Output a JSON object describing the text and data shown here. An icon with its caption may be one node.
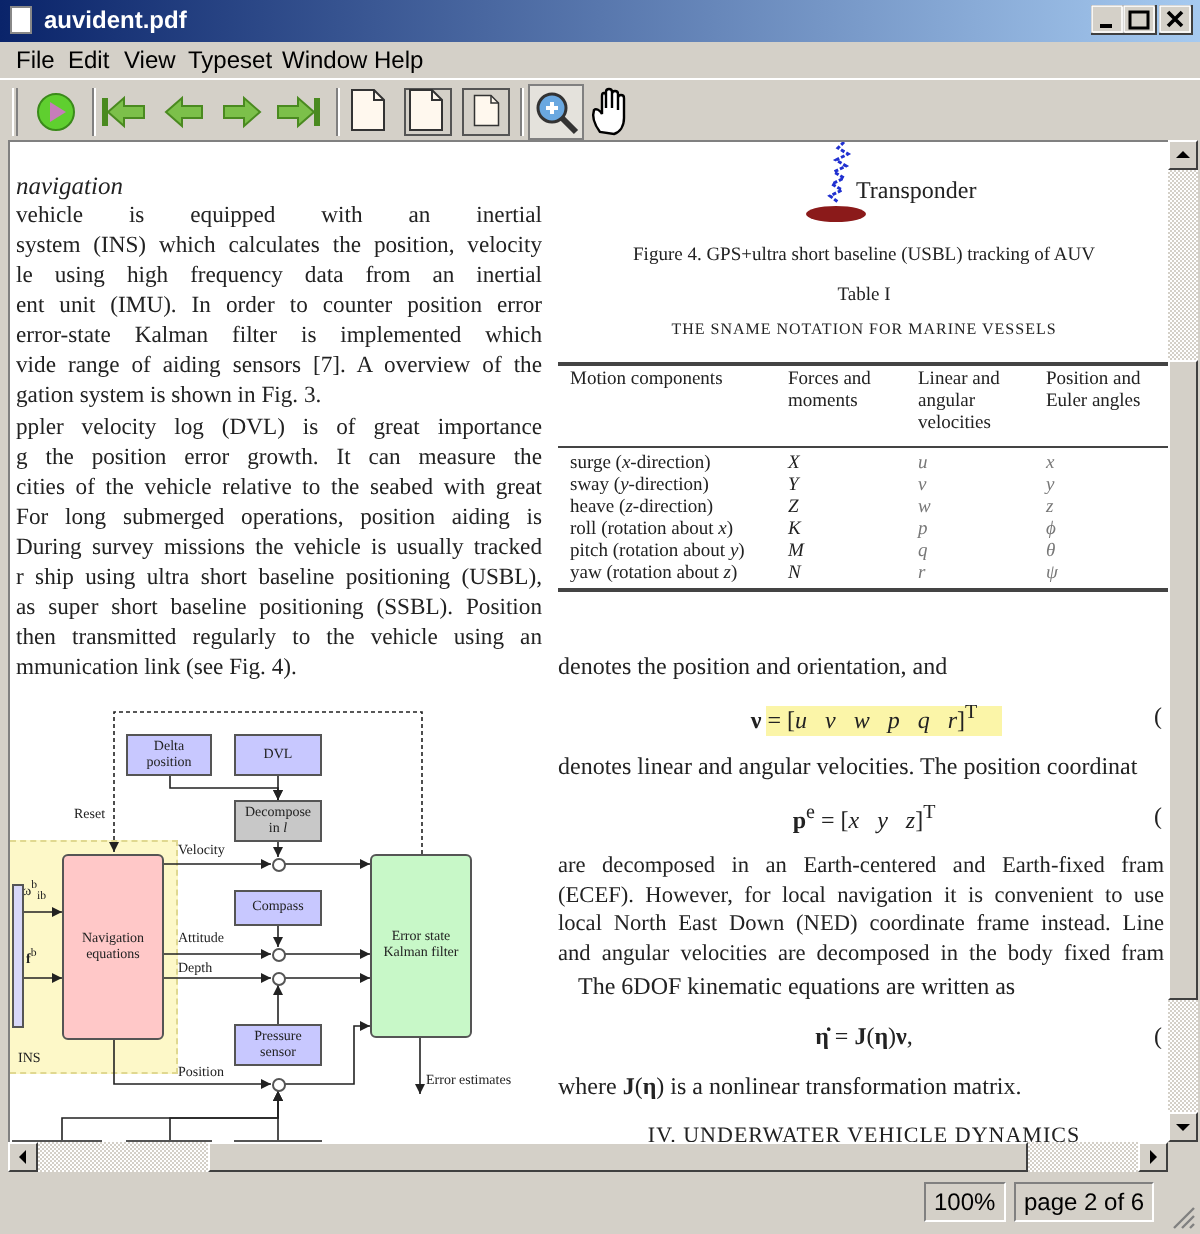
{
  "diagram": {
    "nodes": [
      {
        "text": [
          "INS"
        ]
      },
      {
        "text": [
          "Navigation equations"
        ],
        "in": 0
      },
      {
        "text": [
          "Delta position"
        ]
      },
      {
        "text": [
          "DVL"
        ]
      },
      {
        "text": [
          "Decompose in *l*"
        ]
      },
      {
        "text": [
          "Compass"
        ]
      },
      {
        "text": [
          "Pressure sensor"
        ]
      },
      {
        "text": [
          "Error state Kalman filter"
        ]
      },
      {
        "text": [],
        "shape": "circle"
      },
      {
        "text": [],
        "shape": "circle"
      },
      {
        "text": [],
        "shape": "circle"
      },
      {
        "text": [],
        "shape": "circle"
      },
      {
        "text": [],
        "shape": "box",
        "in": 0
      },
      {
        "text": [],
        "shape": "box"
      },
      {
        "text": [],
        "shape": "box"
      },
      {
        "text": [],
        "shape": "box"
      }
    ],
    "edges": [
      {
        "from": 12,
        "to": 1,
        "arrow": "to",
        "label": "ω$^{b}$$_{ib}$"
      },
      {
        "from": 12,
        "to": 1,
        "arrow": "to",
        "label": "**f**$^{b}$"
      },
      {
        "from": 2,
        "to": 4,
        "arrow": "to"
      },
      {
        "from": 3,
        "to": 4,
        "arrow": "to"
      },
      {
        "from": 1,
        "to": 8,
        "arrow": "to",
        "label": "Velocity"
      },
      {
        "from": 4,
        "to": 8,
        "arrow": "to"
      },
      {
        "from": 8,
        "to": 7,
        "arrow": "to"
      },
      {
        "from": 1,
        "to": 9,
        "arrow": "to",
        "label": "Attitude"
      },
      {
        "from": 5,
        "to": 9,
        "arrow": "to"
      },
      {
        "from": 9,
        "to": 7,
        "arrow": "to"
      },
      {
        "from": 1,
        "to": 10,
        "arrow": "to",
        "label": "Depth"
      },
      {
        "from": 6,
        "to": 10,
        "arrow": "to"
      },
      {
        "from": 10,
        "to": 7,
        "arrow": "to"
      },
      {
        "from": 1,
        "to": 11,
        "arrow": "to",
        "label": "Position"
      },
      {
        "from": 11,
        "to": 7,
        "arrow": "to"
      },
      {
        "from": 13,
        "to": 11,
        "arrow": "to"
      },
      {
        "from": 14,
        "to": 11,
        "arrow": "to"
      },
      {
        "from": 15,
        "to": 11,
        "arrow": "to"
      },
      {
        "from": 7,
        "to": 1,
        "arrow": "to",
        "label": "Reset",
        "style": "dashed"
      },
      {
        "from": 7,
        "to": null,
        "arrow": "to",
        "label": "Error estimates"
      }
    ],
    "labels": [
      "auvident.pdf",
      "File",
      "Edit",
      "View",
      "Typeset",
      "Window",
      "Help",
      "navigation",
      "vehicle is equipped with an inertial system (INS) which calculates the position, velocity le using high frequency data from an inertial ent unit (IMU). In order to counter position error error-state Kalman filter is implemented which vide range of aiding sensors [7]. A overview of the gation system is shown in Fig. 3.",
      "ppler velocity log (DVL) is of great importance g the position error growth. It can measure the cities of the vehicle relative to the seabed with great For long submerged operations, position aiding is During survey missions the vehicle is usually tracked r ship using ultra short baseline positioning (USBL), as super short baseline positioning (SSBL). Position then transmitted regularly to the vehicle using an mmunication link (see Fig. 4).",
      "Transponder",
      "Figure 4. GPS+ultra short baseline (USBL) tracking of AUV",
      "Table I",
      "THE SNAME NOTATION FOR MARINE VESSELS",
      "Motion components",
      "Forces and moments",
      "Linear and angular velocities",
      "Position and Euler angles",
      "surge (*x*-direction)",
      "*X*",
      "*u*",
      "*x*",
      "sway (*y*-direction)",
      "*Y*",
      "*v*",
      "*y*",
      "heave (*z*-direction)",
      "*Z*",
      "*w*",
      "*z*",
      "roll (rotation about *x*)",
      "*K*",
      "*p*",
      "*ϕ*",
      "pitch (rotation about *y*)",
      "*M*",
      "*q*",
      "*θ*",
      "yaw (rotation about *z*)",
      "*N*",
      "*r*",
      "*ψ*",
      "denotes the position and orientation, and",
      "**ν** = [*u*   *v*   *w*   *p*   *q*   *r*]$^{T}$",
      "(",
      "denotes linear and angular velocities. The position coordinat",
      "**p**$^{e}$ = [*x*   *y*   *z*]$^{T}$",
      "(",
      "are decomposed in an Earth-centered and Earth-fixed fram (ECEF). However, for local navigation it is convenient to use local North East Down (NED) coordinate frame instead. Line and angular velocities are decomposed in the body fixed fram",
      "The 6DOF kinematic equations are written as",
      "**η̇** = **J**(**η**)**ν**,",
      "(",
      "where **J**(**η**) is a nonlinear transformation matrix.",
      "IV. UNDERWATER VEHICLE DYNAMICS",
      "100%",
      "page 2 of 6"
    ]
  }
}
